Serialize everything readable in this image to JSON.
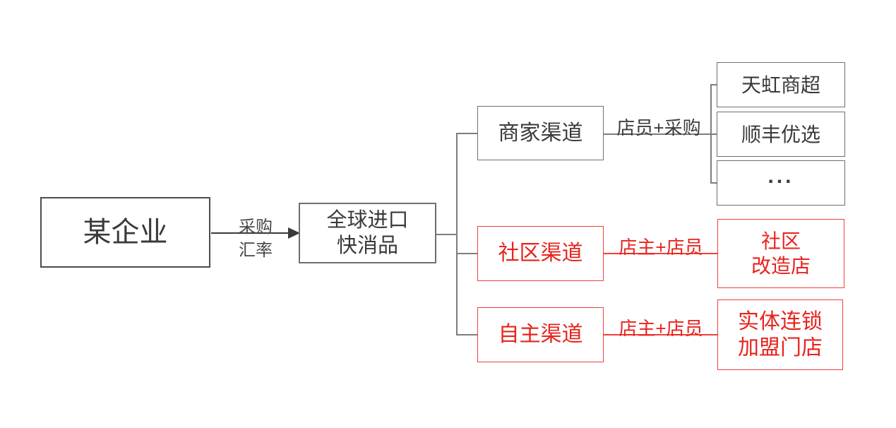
{
  "nodes": {
    "company": "某企业",
    "hub": {
      "line1": "全球进口",
      "line2": "快消品"
    },
    "merchant_channel": "商家渠道",
    "community_channel": "社区渠道",
    "self_channel": "自主渠道",
    "store_tianhong": "天虹商超",
    "store_sf": "顺丰优选",
    "store_more": "...",
    "community_store": {
      "line1": "社区",
      "line2": "改造店"
    },
    "franchise_store": {
      "line1": "实体连锁",
      "line2": "加盟门店"
    }
  },
  "edges": {
    "company_hub": {
      "label_top": "采购",
      "label_bottom": "汇率"
    },
    "merchant": "店员+采购",
    "community": "店主+店员",
    "self": "店主+店员"
  },
  "colors": {
    "red": "#e8231d",
    "red_border": "#ee403c",
    "dark_text": "#3a3a3c",
    "gray_border": "#6f6f71",
    "gray_line": "#7d7d7f",
    "arrow": "#3a3a3a",
    "background": "#ffffff"
  }
}
